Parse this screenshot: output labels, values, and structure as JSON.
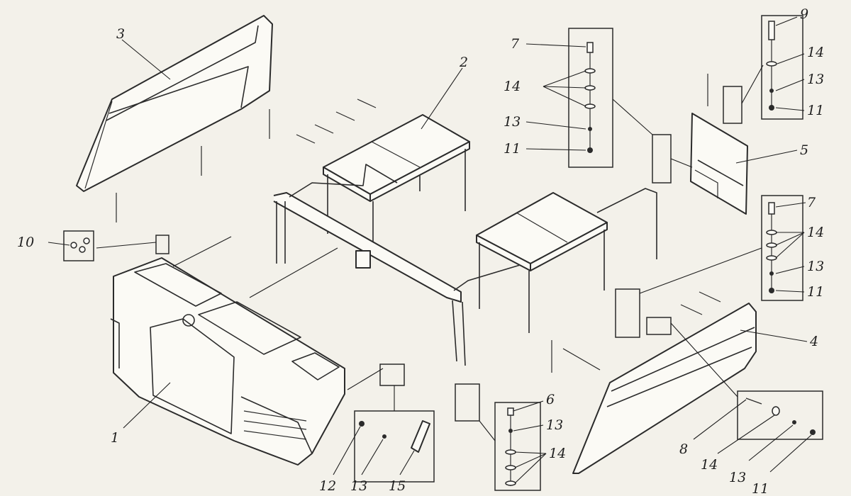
{
  "diagram": {
    "callouts": [
      "1",
      "2",
      "3",
      "4",
      "5",
      "6",
      "7",
      "8",
      "9",
      "10",
      "11",
      "12",
      "13",
      "14",
      "15"
    ],
    "detail_box_7": [
      "7",
      "14",
      "13",
      "11"
    ],
    "detail_box_9": [
      "9",
      "14",
      "13",
      "11"
    ],
    "detail_box_7b": [
      "7",
      "14",
      "13",
      "11"
    ],
    "detail_box_6": [
      "6",
      "13",
      "14"
    ],
    "detail_box_8": [
      "8",
      "14",
      "13",
      "11"
    ],
    "detail_box_12": [
      "12",
      "13",
      "15"
    ],
    "detail_box_10": [
      "10"
    ]
  }
}
